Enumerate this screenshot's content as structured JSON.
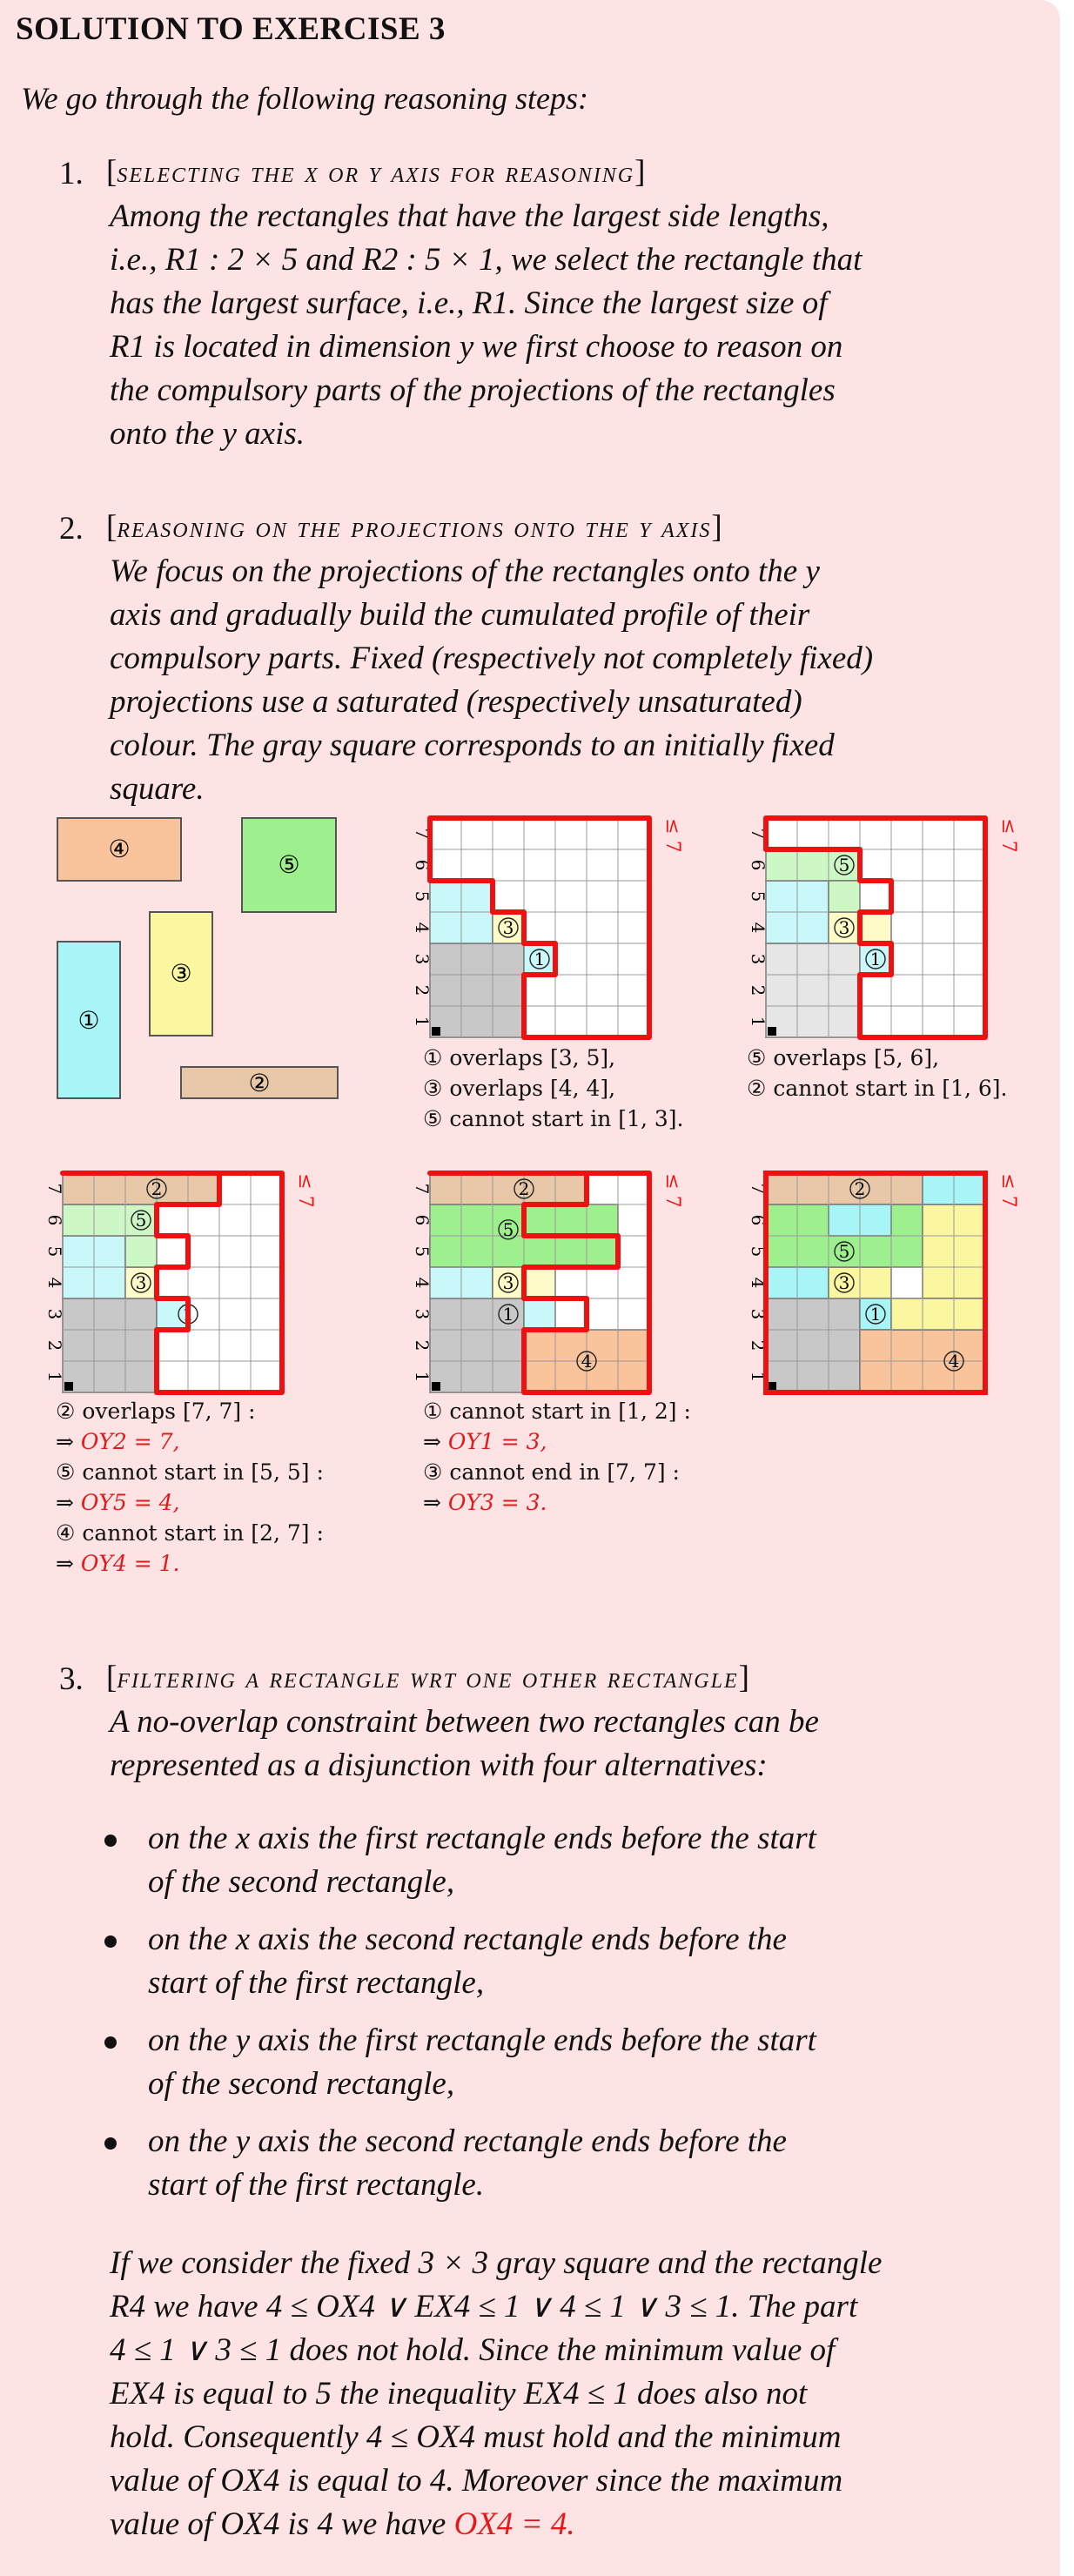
{
  "title": "SOLUTION TO EXERCISE 3",
  "intro": "We go through the following reasoning steps:",
  "steps": [
    {
      "num": "1.",
      "head_open": "[",
      "head": "selecting the x or y axis for reasoning",
      "head_close": "]",
      "lines": [
        "Among the rectangles that have the largest side lengths,",
        "i.e., R1 : 2 × 5 and R2 : 5 × 1, we select the rectangle that",
        "has the largest surface, i.e., R1. Since the largest size of",
        "R1 is located in dimension y we first choose to reason on",
        "the compulsory parts of the projections of the rectangles",
        "onto the y axis."
      ]
    },
    {
      "num": "2.",
      "head_open": "[",
      "head": "reasoning on the projections onto the y axis",
      "head_close": "]",
      "lines": [
        "We focus on the projections of the rectangles onto the y",
        "axis and gradually build the cumulated profile of their",
        "compulsory parts. Fixed (respectively not completely fixed)",
        "projections use a saturated (respectively unsaturated)",
        "colour. The gray square corresponds to an initially fixed",
        "square."
      ]
    },
    {
      "num": "3.",
      "head_open": "[",
      "head": "filtering a rectangle wrt one other rectangle",
      "head_close": "]",
      "lines": [
        "A no-overlap constraint between two rectangles can be",
        "represented as a disjunction with four alternatives:"
      ],
      "bullets": [
        [
          "on the x axis the first rectangle ends before the start",
          "of the second rectangle,"
        ],
        [
          "on the x axis the second rectangle ends before the",
          "start of the first rectangle,"
        ],
        [
          "on the y axis the first rectangle ends before the start",
          "of the second rectangle,"
        ],
        [
          "on the y axis the second rectangle ends before the",
          "start of the first rectangle."
        ]
      ],
      "conclusion": [
        "If we consider the fixed 3 × 3 gray square and the rectangle",
        "R4 we have 4 ≤ OX4 ∨ EX4 ≤ 1 ∨ 4 ≤ 1 ∨ 3 ≤ 1. The part",
        "4 ≤ 1 ∨ 3 ≤ 1 does not hold. Since the minimum value of",
        "EX4 is equal to 5 the inequality EX4 ≤ 1 does also not",
        "hold. Consequently 4 ≤ OX4 must hold and the minimum",
        "value of OX4 is equal to 4. Moreover since the maximum",
        "value of OX4 is 4 we have",
        "OX4 = 4."
      ]
    }
  ],
  "shapes": {
    "r1": "①",
    "r2": "②",
    "r3": "③",
    "r4": "④",
    "r5": "⑤",
    "colors": {
      "r1": "#a8f5f8",
      "r2": "#e8c8a8",
      "r3": "#fbf7a0",
      "r4": "#f9c49b",
      "r5": "#9ef08e",
      "gray": "#c8c8c8",
      "red": "#ee1111"
    }
  },
  "grid": {
    "size": 7,
    "y_ticks": [
      "1",
      "2",
      "3",
      "4",
      "5",
      "6",
      "7"
    ],
    "le7": "≤ 7"
  },
  "captions": {
    "p1": [
      "① overlaps [3, 5],",
      "③ overlaps [4, 4],",
      "⑤ cannot start in [1, 3]."
    ],
    "p2": [
      "⑤ overlaps [5, 6],",
      "② cannot start in [1, 6]."
    ],
    "p3": [
      "② overlaps [7, 7] :",
      "⇒ ",
      "OY2 = 7,",
      "⑤ cannot start in [5, 5] :",
      "⇒ ",
      "OY5 = 4,",
      "④ cannot start in [2, 7] :",
      "⇒ ",
      "OY4 = 1."
    ],
    "p4": [
      "① cannot start in [1, 2] :",
      "⇒ ",
      "OY1 = 3,",
      "③ cannot end in [7, 7] :",
      "⇒ ",
      "OY3 = 3."
    ]
  }
}
